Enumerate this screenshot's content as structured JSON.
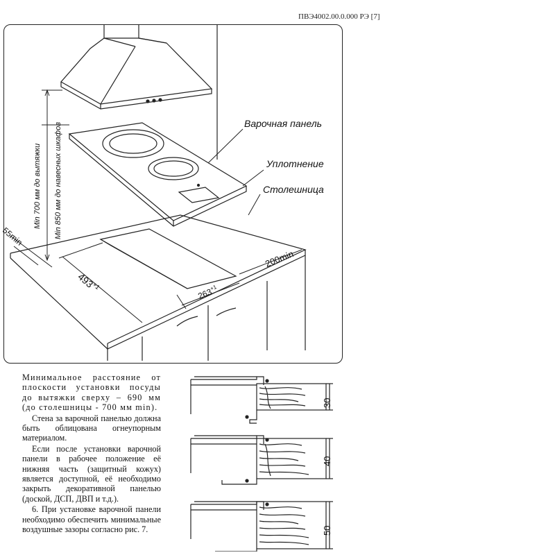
{
  "document": {
    "header": "ПВЭ4002.00.0.000 РЭ [7]"
  },
  "figure": {
    "labels": {
      "hob": "Варочная панель",
      "seal": "Уплотнение",
      "countertop": "Столешница"
    },
    "dims": {
      "hood_height": "Min 700 мм до вытяжки",
      "cabinet_height": "Min 850 мм до навесных шкафов",
      "wall_gap": "55min",
      "cutout_length": "493",
      "cutout_length_tol": "+1",
      "cutout_width": "263",
      "cutout_width_tol": "+1",
      "side_gap": "200min"
    }
  },
  "text": {
    "p1": "Минимальное расстояние от плоскости установки посуды до вытяжки сверху – 690 мм (до столешницы - 700 мм min).",
    "p2": "Стена за варочной панелью должна быть облицована огнеупорным материалом.",
    "p3": "Если после установки варочной панели в рабочее положение её нижняя часть (защитный кожух) является доступной, её необходимо закрыть декоративной панелью (доской, ДСП, ДВП и т.д.).",
    "p4": "6. При установке варочной панели необходимо обеспечить минимальные воздушные зазоры согласно рис. 7."
  },
  "sections": {
    "s1": "30",
    "s2": "40",
    "s3": "50"
  }
}
